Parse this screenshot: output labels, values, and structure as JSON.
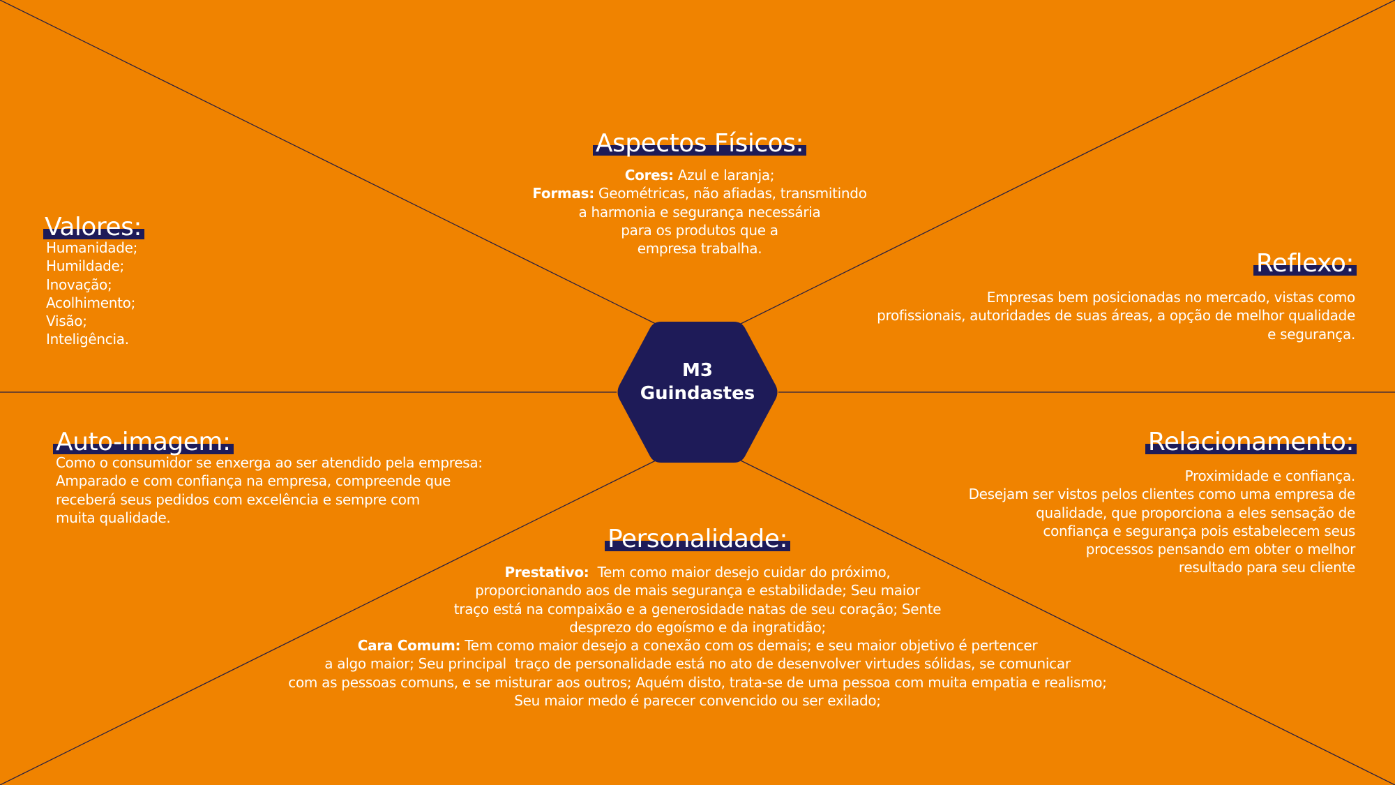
{
  "colors": {
    "background": "#F08300",
    "accent": "#1E1B58",
    "text": "#FFFFFF",
    "lines": "#2A2040"
  },
  "center": {
    "line1": "M3",
    "line2": "Guindastes"
  },
  "aspectos": {
    "title": "Aspectos Físicos:",
    "lines": [
      {
        "bold": "Cores:",
        "text": " Azul e laranja;"
      },
      {
        "bold": "Formas:",
        "text": " Geométricas, não afiadas, transmitindo"
      },
      {
        "bold": "",
        "text": "a harmonia e segurança necessária"
      },
      {
        "bold": "",
        "text": "para os produtos que a"
      },
      {
        "bold": "",
        "text": "empresa trabalha."
      }
    ]
  },
  "valores": {
    "title": "Valores:",
    "items": [
      "Humanidade;",
      "Humildade;",
      "Inovação;",
      "Acolhimento;",
      "Visão;",
      "Inteligência."
    ]
  },
  "reflexo": {
    "title": "Reflexo:",
    "lines": [
      "Empresas bem posicionadas no mercado, vistas como",
      "profissionais, autoridades de suas áreas, a opção de melhor qualidade",
      "e segurança."
    ]
  },
  "auto_imagem": {
    "title": "Auto-imagem:",
    "lines": [
      "Como o consumidor se enxerga ao ser atendido pela empresa:",
      "Amparado e com confiança na empresa, compreende que",
      "receberá seus pedidos com excelência e sempre com",
      "muita qualidade."
    ]
  },
  "relacionamento": {
    "title": "Relacionamento:",
    "lines": [
      "Proximidade e confiança.",
      "Desejam ser vistos pelos clientes como uma empresa de",
      "qualidade, que proporciona a eles sensação de",
      "confiança e segurança pois estabelecem seus",
      "processos pensando em obter o melhor",
      "resultado para seu cliente"
    ]
  },
  "personalidade": {
    "title": "Personalidade:",
    "lines": [
      {
        "bold": "Prestativo:",
        "text": "  Tem como maior desejo cuidar do próximo,"
      },
      {
        "bold": "",
        "text": "proporcionando aos de mais segurança e estabilidade; Seu maior"
      },
      {
        "bold": "",
        "text": "traço está na compaixão e a generosidade natas de seu coração; Sente"
      },
      {
        "bold": "",
        "text": "desprezo do egoísmo e da ingratidão;"
      },
      {
        "bold": "Cara Comum:",
        "text": " Tem como maior desejo a conexão com os demais; e seu maior objetivo é pertencer"
      },
      {
        "bold": "",
        "text": "a algo maior; Seu principal  traço de personalidade está no ato de desenvolver virtudes sólidas, se comunicar"
      },
      {
        "bold": "",
        "text": "com as pessoas comuns, e se misturar aos outros; Aquém disto, trata-se de uma pessoa com muita empatia e realismo;"
      },
      {
        "bold": "",
        "text": "Seu maior medo é parecer convencido ou ser exilado;"
      }
    ]
  }
}
